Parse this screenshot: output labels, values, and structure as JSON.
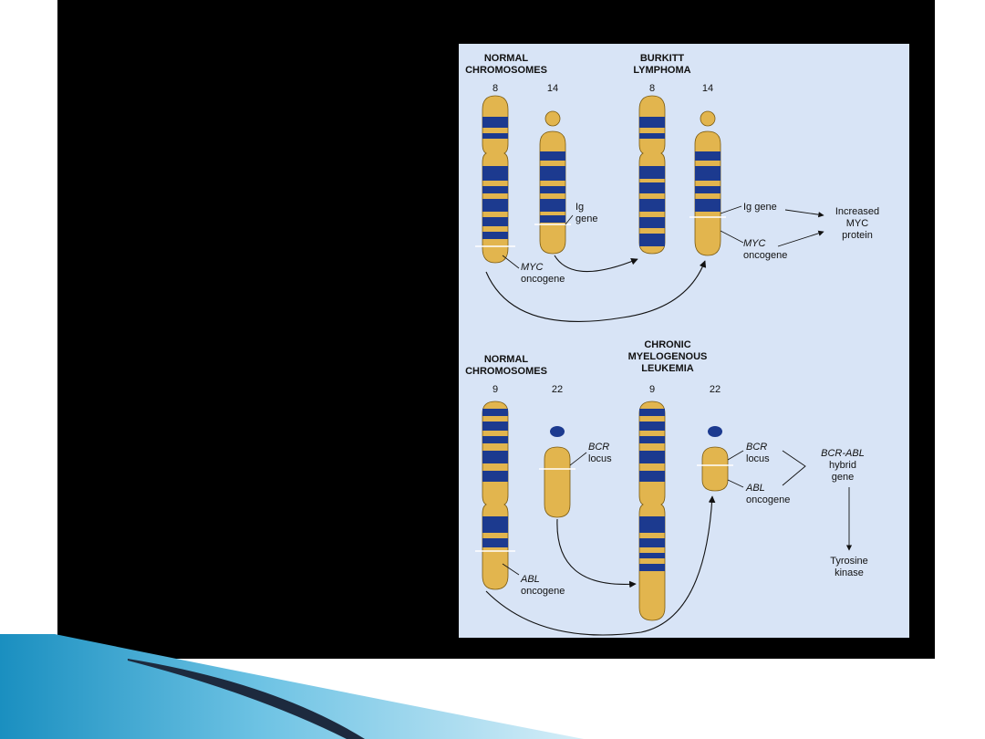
{
  "top_panel": {
    "normal_title": [
      "NORMAL",
      "CHROMOSOMES"
    ],
    "disease_title": [
      "BURKITT",
      "LYMPHOMA"
    ],
    "normal_chr_a": "8",
    "normal_chr_b": "14",
    "disease_chr_a": "8",
    "disease_chr_b": "14",
    "ig_label": [
      "Ig",
      "gene"
    ],
    "ig_gene_label": "Ig gene",
    "myc_label": [
      "MYC",
      "oncogene"
    ],
    "myc_translocated_label": [
      "MYC",
      "oncogene"
    ],
    "result_label": [
      "Increased",
      "MYC",
      "protein"
    ]
  },
  "bottom_panel": {
    "normal_title": [
      "NORMAL",
      "CHROMOSOMES"
    ],
    "disease_title": [
      "CHRONIC",
      "MYELOGENOUS",
      "LEUKEMIA"
    ],
    "normal_chr_a": "9",
    "normal_chr_b": "22",
    "disease_chr_a": "9",
    "disease_chr_b": "22",
    "bcr_label": [
      "BCR",
      "locus"
    ],
    "bcr_translocated_label": [
      "BCR",
      "locus"
    ],
    "abl_translocated_label": [
      "ABL",
      "oncogene"
    ],
    "hybrid_label": [
      "BCR-ABL",
      "hybrid",
      "gene"
    ],
    "abl_label": [
      "ABL",
      "oncogene"
    ],
    "result_label": [
      "Tyrosine",
      "kinase"
    ]
  },
  "colors": {
    "chromosome_fill": "#e2b54e",
    "chromosome_band": "#1c3a8f",
    "figure_background": "#d8e4f6",
    "slide_background": "#000000"
  }
}
